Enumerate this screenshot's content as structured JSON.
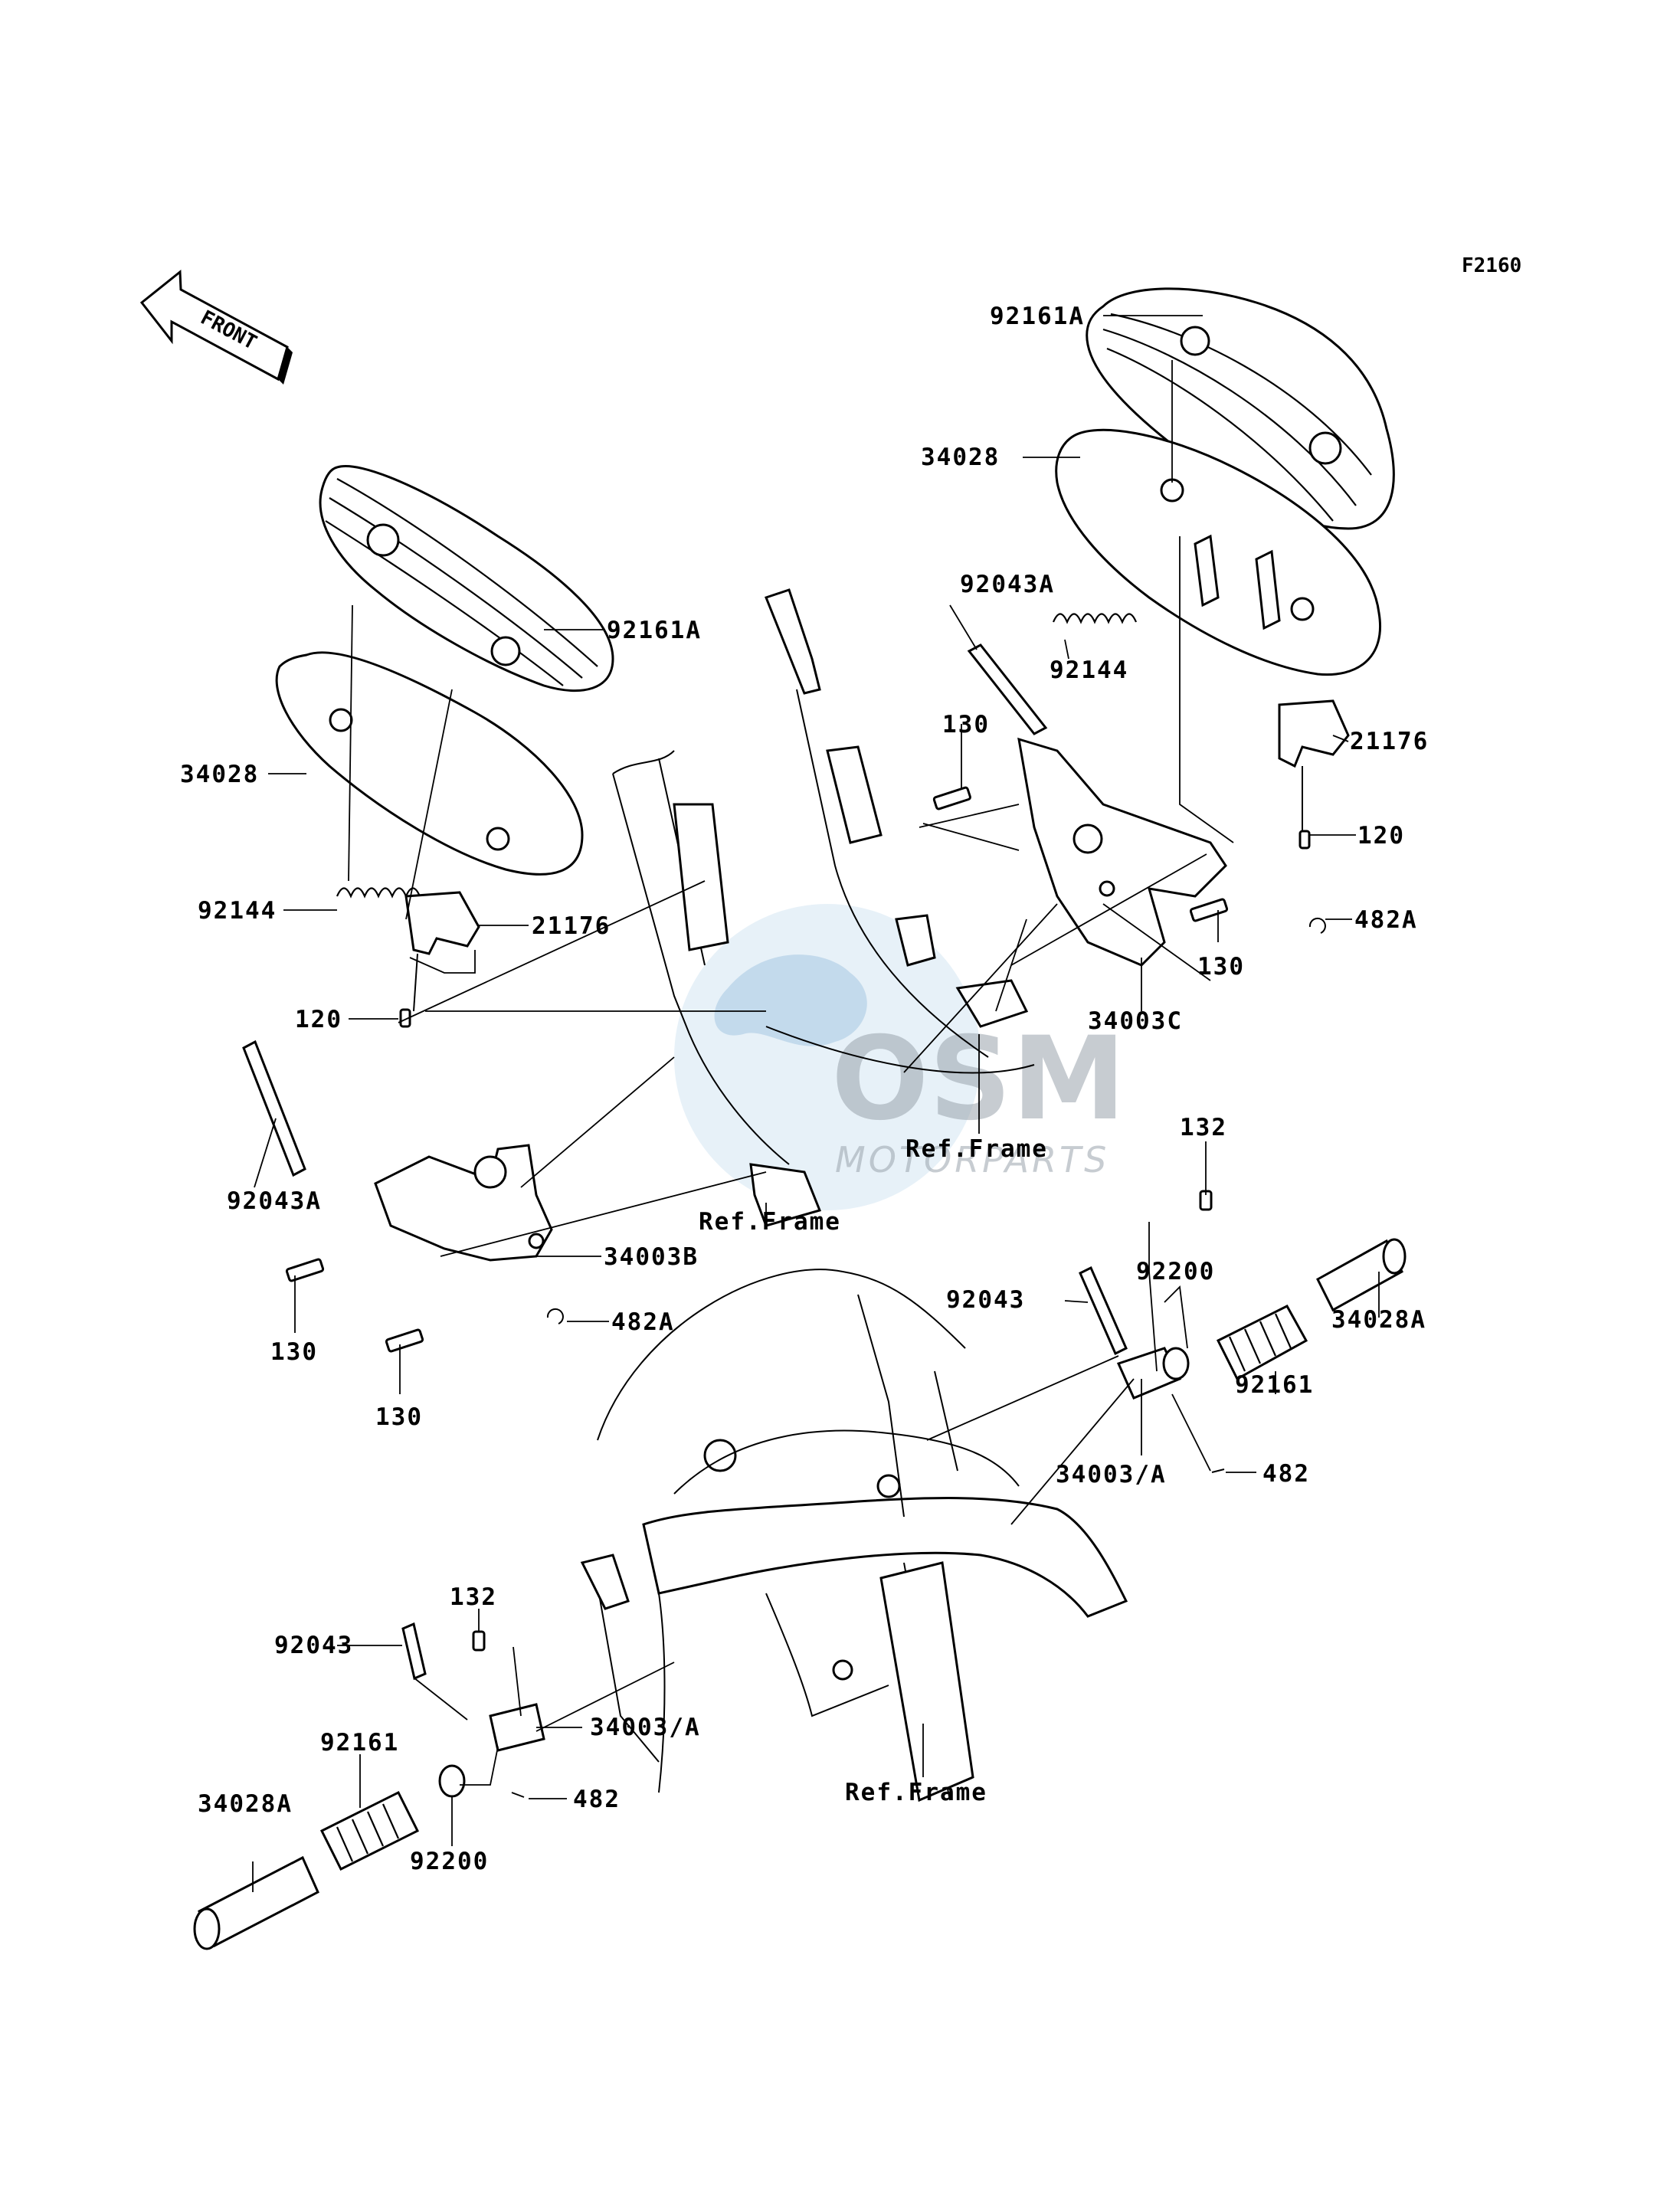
{
  "diagram_code": "F2160",
  "front_arrow": {
    "text": "FRONT",
    "icon": "front-direction-arrow-icon"
  },
  "watermark": {
    "main": "OSM",
    "sub": "MOTORPARTS"
  },
  "labels": {
    "l92161A_top": "92161A",
    "l34028_top": "34028",
    "l92043A_right": "92043A",
    "l92144_right": "92144",
    "l130_right_top": "130",
    "l21176_right": "21176",
    "l120_right": "120",
    "l482A_right": "482A",
    "l130_right_bot": "130",
    "l34003C": "34003C",
    "l92161A_left": "92161A",
    "l34028_left": "34028",
    "l92144_left": "92144",
    "l21176_left": "21176",
    "l120_left": "120",
    "l92043A_left": "92043A",
    "l34003B": "34003B",
    "l130_left_a": "130",
    "l482A_left": "482A",
    "l130_left_b": "130",
    "refframe_a": "Ref.Frame",
    "refframe_b": "Ref.Frame",
    "refframe_c": "Ref.Frame",
    "l132_right": "132",
    "l92043_right": "92043",
    "l92200_right": "92200",
    "l34028A_right": "34028A",
    "l92161_right": "92161",
    "l34003A_right": "34003/A",
    "l482_right": "482",
    "l132_left": "132",
    "l92043_left": "92043",
    "l34003A_left": "34003/A",
    "l92161_left": "92161",
    "l482_left": "482",
    "l34028A_left": "34028A",
    "l92200_left": "92200"
  }
}
